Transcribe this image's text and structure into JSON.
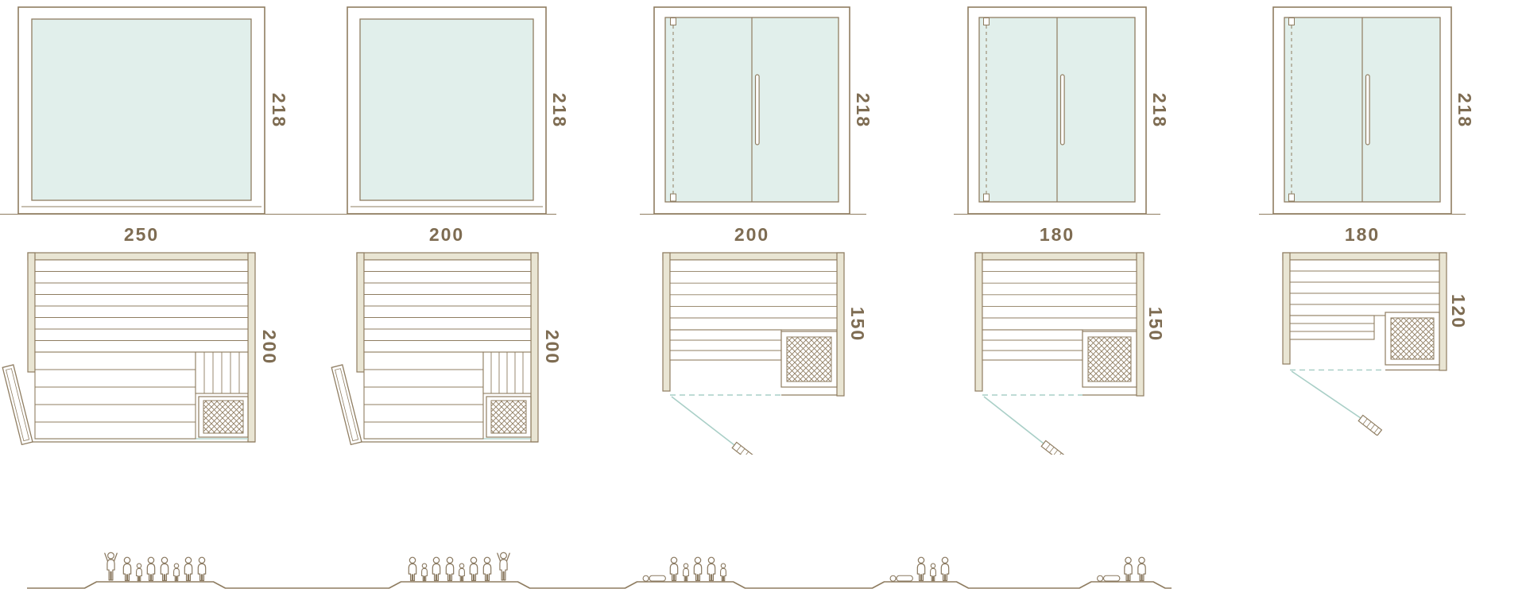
{
  "colors": {
    "outline": "#8f7d61",
    "glass": "#e1efeb",
    "wall_fill": "#e9e5d3",
    "accent_teal": "#a9cfc7",
    "label_text": "#7e6c52"
  },
  "models": [
    {
      "front_type": "fixed-glass-panel",
      "height": "218",
      "width": "250",
      "depth": "200",
      "people": [
        "arms-up",
        "adult",
        "child",
        "adult",
        "adult",
        "child",
        "adult",
        "adult"
      ]
    },
    {
      "front_type": "fixed-glass-panel",
      "height": "218",
      "width": "200",
      "depth": "200",
      "people": [
        "adult",
        "child",
        "adult",
        "adult",
        "child",
        "adult",
        "adult",
        "arms-up"
      ]
    },
    {
      "front_type": "double-glass-door",
      "height": "218",
      "width": "200",
      "depth": "150",
      "people": [
        "lying",
        "adult",
        "child",
        "adult",
        "adult",
        "child"
      ]
    },
    {
      "front_type": "double-glass-door",
      "height": "218",
      "width": "180",
      "depth": "150",
      "people": [
        "lying",
        "adult",
        "child",
        "adult"
      ]
    },
    {
      "front_type": "double-glass-door",
      "height": "218",
      "width": "180",
      "depth": "120",
      "people": [
        "lying",
        "adult",
        "adult"
      ]
    }
  ]
}
